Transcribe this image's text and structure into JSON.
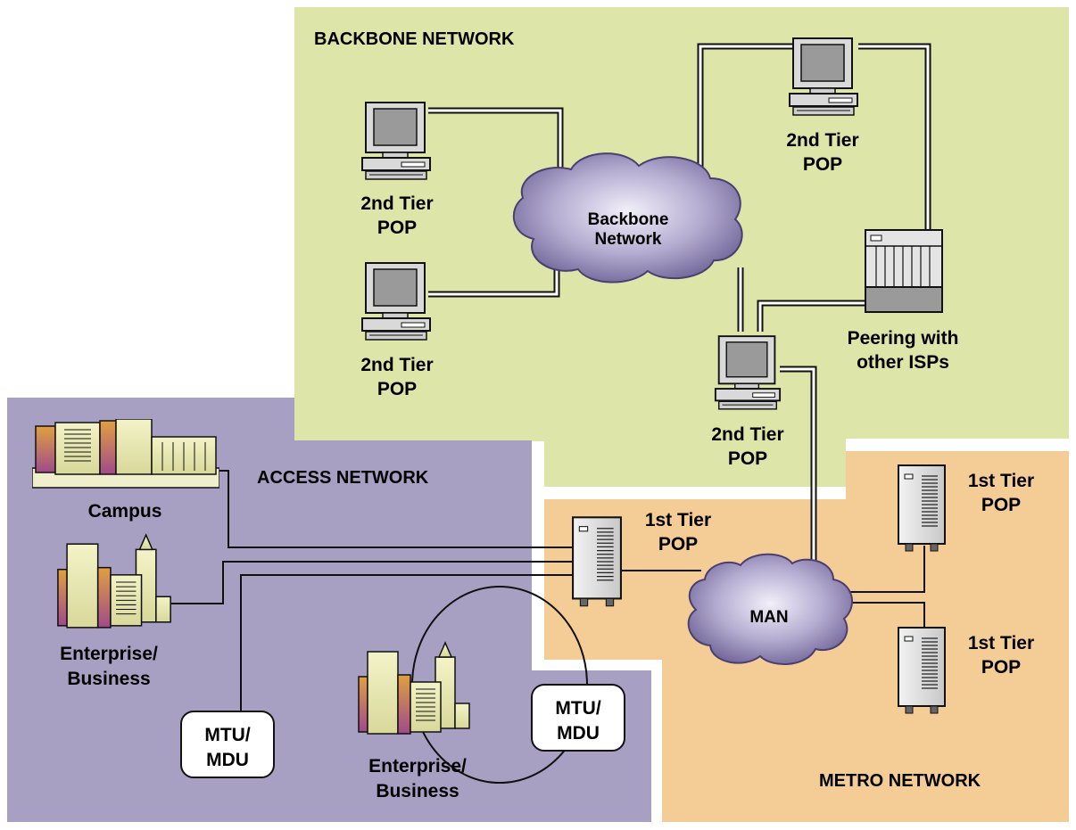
{
  "regions": {
    "backbone": "BACKBONE NETWORK",
    "access": "ACCESS NETWORK",
    "metro": "METRO NETWORK"
  },
  "clouds": {
    "backbone": [
      "Backbone",
      "Network"
    ],
    "man": "MAN"
  },
  "labels": {
    "pop2_left_top": [
      "2nd Tier",
      "POP"
    ],
    "pop2_left_bottom": [
      "2nd Tier",
      "POP"
    ],
    "pop2_right_top": [
      "2nd Tier",
      "POP"
    ],
    "pop2_center": [
      "2nd Tier",
      "POP"
    ],
    "peering": [
      "Peering with",
      "other ISPs"
    ],
    "pop1_access": [
      "1st Tier",
      "POP"
    ],
    "pop1_metro_top": [
      "1st Tier",
      "POP"
    ],
    "pop1_metro_bottom": [
      "1st Tier",
      "POP"
    ],
    "campus": "Campus",
    "enterprise_left": [
      "Enterprise/",
      "Business"
    ],
    "enterprise_bottom": [
      "Enterprise/",
      "Business"
    ],
    "mtu_left": [
      "MTU/",
      "MDU"
    ],
    "mtu_right": [
      "MTU/",
      "MDU"
    ]
  },
  "colors": {
    "backbone_region": "#dde5a8",
    "access_region": "#a8a0c2",
    "metro_region": "#f4cc96",
    "cloud": "#8a7fb0",
    "device": "#d6d6d6"
  }
}
